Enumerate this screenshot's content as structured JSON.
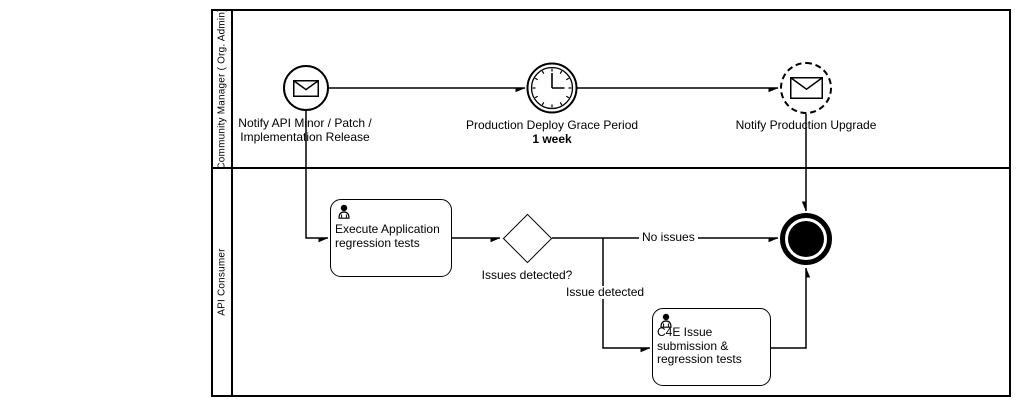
{
  "pool": {
    "lanes": [
      {
        "label": "Community Manager ( Org. Admin)"
      },
      {
        "label": "API Consumer"
      }
    ]
  },
  "nodes": {
    "start_message_event": {
      "type": "message start event",
      "icon": "envelope-icon",
      "label_line1": "Notify API Minor / Patch /",
      "label_line2": "Implementation Release"
    },
    "timer_event": {
      "type": "timer intermediate event",
      "icon": "clock-icon",
      "label": "Production Deploy Grace Period",
      "duration": "1 week"
    },
    "message_throw_event": {
      "type": "message event (dashed)",
      "icon": "envelope-icon",
      "label": "Notify Production Upgrade"
    },
    "task_execute": {
      "type": "user task",
      "icon": "user-icon",
      "label_line1": "Execute Application",
      "label_line2": "regression tests"
    },
    "gateway_issues": {
      "type": "exclusive gateway",
      "label": "Issues detected?"
    },
    "task_c4e": {
      "type": "user task",
      "icon": "user-icon",
      "label_line1": "C4E Issue",
      "label_line2": "submission &",
      "label_line3": "regression tests"
    },
    "end_event": {
      "type": "terminate end event"
    }
  },
  "flows": {
    "no_issues_label": "No issues",
    "issue_detected_label": "Issue detected"
  },
  "colors": {
    "stroke": "#000000",
    "background": "#ffffff",
    "end_event_fill": "#000000"
  }
}
